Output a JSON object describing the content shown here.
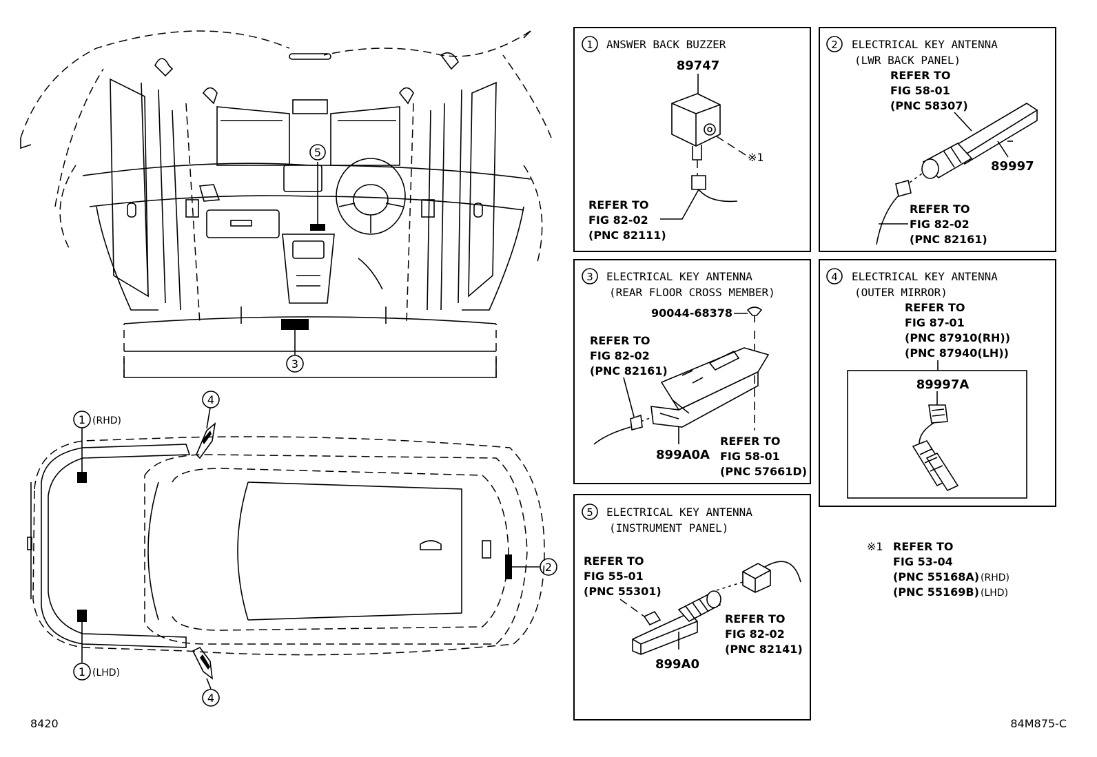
{
  "footer": {
    "left_code": "8420",
    "right_code": "84M875-C"
  },
  "overview": {
    "callouts": {
      "c1": "1",
      "c2": "2",
      "c3": "3",
      "c4": "4",
      "c5": "5"
    },
    "rhd": "(RHD)",
    "lhd": "(LHD)"
  },
  "panels": {
    "p1": {
      "num": "1",
      "title": "ANSWER BACK BUZZER",
      "part": "89747",
      "note_mark": "※1",
      "ref": [
        "REFER TO",
        "FIG 82-02",
        "(PNC 82111)"
      ]
    },
    "p2": {
      "num": "2",
      "title": "ELECTRICAL KEY ANTENNA",
      "subtitle": "(LWR BACK PANEL)",
      "part": "89997",
      "ref_a": [
        "REFER TO",
        "FIG 58-01",
        "(PNC 58307)"
      ],
      "ref_b": [
        "REFER TO",
        "FIG 82-02",
        "(PNC 82161)"
      ]
    },
    "p3": {
      "num": "3",
      "title": "ELECTRICAL KEY ANTENNA",
      "subtitle": "(REAR FLOOR CROSS MEMBER)",
      "bolt": "90044-68378",
      "part": "899A0A",
      "ref_a": [
        "REFER TO",
        "FIG 82-02",
        "(PNC 82161)"
      ],
      "ref_b": [
        "REFER TO",
        "FIG 58-01",
        "(PNC 57661D)"
      ]
    },
    "p4": {
      "num": "4",
      "title": "ELECTRICAL KEY ANTENNA",
      "subtitle": "(OUTER MIRROR)",
      "part": "89997A",
      "ref": [
        "REFER TO",
        "FIG 87-01",
        "(PNC 87910(RH))",
        "(PNC 87940(LH))"
      ]
    },
    "p5": {
      "num": "5",
      "title": "ELECTRICAL KEY ANTENNA",
      "subtitle": "(INSTRUMENT PANEL)",
      "part": "899A0",
      "ref_a": [
        "REFER TO",
        "FIG 55-01",
        "(PNC 55301)"
      ],
      "ref_b": [
        "REFER TO",
        "FIG 82-02",
        "(PNC 82141)"
      ]
    }
  },
  "note1": {
    "mark": "※1",
    "line1": "REFER TO",
    "line2": "FIG 53-04",
    "line3": "(PNC 55168A)",
    "line3_tag": "(RHD)",
    "line4": "(PNC 55169B)",
    "line4_tag": "(LHD)"
  }
}
